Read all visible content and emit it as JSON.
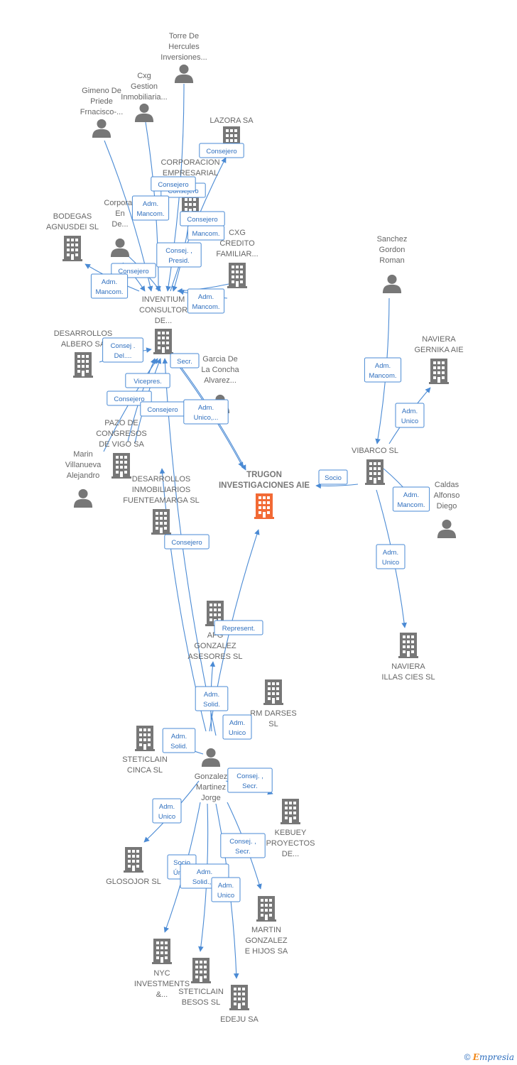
{
  "colors": {
    "edge": "#4a8ad4",
    "node": "#777777",
    "main_node": "#f26a35"
  },
  "nodes": [
    {
      "id": "torre",
      "type": "person",
      "lines": [
        "Torre De",
        "Hercules",
        "Inversiones..."
      ]
    },
    {
      "id": "cxg_gestion",
      "type": "person",
      "lines": [
        "Cxg",
        "Gestion",
        "Inmobiliaria..."
      ]
    },
    {
      "id": "gimeno",
      "type": "person",
      "lines": [
        "Gimeno De",
        "Priede",
        "Frnacisco-..."
      ]
    },
    {
      "id": "lazora",
      "type": "company",
      "lines": [
        "LAZORA SA"
      ]
    },
    {
      "id": "corporacion_emp",
      "type": "company",
      "lines": [
        "CORPORACION",
        "EMPRESARIAL"
      ]
    },
    {
      "id": "corporac_en",
      "type": "person",
      "lines": [
        "Corporac",
        "En",
        "De..."
      ]
    },
    {
      "id": "bodegas",
      "type": "company",
      "lines": [
        "BODEGAS",
        "AGNUSDEI SL"
      ]
    },
    {
      "id": "cxg_credito",
      "type": "company",
      "lines": [
        "CXG",
        "CREDITO",
        "FAMILIAR..."
      ]
    },
    {
      "id": "inventium",
      "type": "company",
      "lines": [
        "INVENTIUM",
        "CONSULTOR",
        "DE..."
      ]
    },
    {
      "id": "desarrollos_albero",
      "type": "company",
      "lines": [
        "DESARROLLOS",
        "ALBERO SA"
      ]
    },
    {
      "id": "garcia",
      "type": "person",
      "lines": [
        "Garcia De",
        "La Concha",
        "Alvarez..."
      ]
    },
    {
      "id": "pazo",
      "type": "company",
      "lines": [
        "PAZO DE",
        "CONGRESOS",
        "DE VIGO SA"
      ]
    },
    {
      "id": "marin",
      "type": "person",
      "lines": [
        "Marin",
        "Villanueva",
        "Alejandro"
      ]
    },
    {
      "id": "desarrollos_fuente",
      "type": "company",
      "lines": [
        "DESARROLLOS",
        "INMOBILIARIOS",
        "FUENTEAMARGA SL"
      ]
    },
    {
      "id": "trugon",
      "type": "main",
      "lines": [
        "TRUGON",
        "INVESTIGACIONES AIE"
      ]
    },
    {
      "id": "sanchez",
      "type": "person",
      "lines": [
        "Sanchez",
        "Gordon",
        "Roman"
      ]
    },
    {
      "id": "naviera_gernika",
      "type": "company",
      "lines": [
        "NAVIERA",
        "GERNIKA AIE"
      ]
    },
    {
      "id": "vibarco",
      "type": "company",
      "lines": [
        "VIBARCO SL"
      ]
    },
    {
      "id": "caldas",
      "type": "person",
      "lines": [
        "Caldas",
        "Alfonso",
        "Diego"
      ]
    },
    {
      "id": "naviera_illas",
      "type": "company",
      "lines": [
        "NAVIERA",
        "ILLAS CIES SL"
      ]
    },
    {
      "id": "afg",
      "type": "company",
      "lines": [
        "AFG",
        "GONZALEZ",
        "ASESORES SL"
      ]
    },
    {
      "id": "rm_darses",
      "type": "company",
      "lines": [
        "RM DARSES",
        "SL"
      ]
    },
    {
      "id": "steticlain_cinca",
      "type": "company",
      "lines": [
        "STETICLAIN",
        "CINCA SL"
      ]
    },
    {
      "id": "gonzalez",
      "type": "person",
      "lines": [
        "Gonzalez",
        "Martinez",
        "Jorge"
      ]
    },
    {
      "id": "kebuey",
      "type": "company",
      "lines": [
        "KEBUEY",
        "PROYECTOS",
        "DE..."
      ]
    },
    {
      "id": "glosojor",
      "type": "company",
      "lines": [
        "GLOSOJOR SL"
      ]
    },
    {
      "id": "martin",
      "type": "company",
      "lines": [
        "MARTIN",
        "GONZALEZ",
        "E HIJOS SA"
      ]
    },
    {
      "id": "nyc",
      "type": "company",
      "lines": [
        "NYC",
        "INVESTMENTS",
        "&..."
      ]
    },
    {
      "id": "steticlain_besos",
      "type": "company",
      "lines": [
        "STETICLAIN",
        "BESOS SL"
      ]
    },
    {
      "id": "edeju",
      "type": "company",
      "lines": [
        "EDEJU SA"
      ]
    }
  ],
  "edge_labels": [
    {
      "id": "e_lazora",
      "lines": [
        "Consejero"
      ]
    },
    {
      "id": "e_corp1",
      "lines": [
        "Consejero"
      ]
    },
    {
      "id": "e_corp2",
      "lines": [
        "Adm.",
        "Mancom."
      ]
    },
    {
      "id": "e_corp3",
      "lines": [
        "Consejero"
      ]
    },
    {
      "id": "e_cxgcred1",
      "lines": [
        "Consejero"
      ]
    },
    {
      "id": "e_cxgcred2",
      "lines": [
        "Mancom."
      ]
    },
    {
      "id": "e_consej_presid",
      "lines": [
        "Consej. ,",
        "Presid."
      ]
    },
    {
      "id": "e_inv_consejero",
      "lines": [
        "Consejero"
      ]
    },
    {
      "id": "e_bodegas",
      "lines": [
        "Adm.",
        "Mancom."
      ]
    },
    {
      "id": "e_inv_admmancom",
      "lines": [
        "Adm.",
        "Mancom."
      ]
    },
    {
      "id": "e_albero",
      "lines": [
        "Consej .",
        "Del...."
      ]
    },
    {
      "id": "e_secr",
      "lines": [
        "Secr."
      ]
    },
    {
      "id": "e_vicepres",
      "lines": [
        "Vicepres."
      ]
    },
    {
      "id": "e_pazo1",
      "lines": [
        "Consejero"
      ]
    },
    {
      "id": "e_pazo2",
      "lines": [
        "Consejero"
      ]
    },
    {
      "id": "e_admunico_trugon",
      "lines": [
        "Adm.",
        "Unico,..."
      ]
    },
    {
      "id": "e_fuente",
      "lines": [
        "Consejero"
      ]
    },
    {
      "id": "e_sanchez",
      "lines": [
        "Adm.",
        "Mancom."
      ]
    },
    {
      "id": "e_gernika",
      "lines": [
        "Adm.",
        "Unico"
      ]
    },
    {
      "id": "e_socio",
      "lines": [
        "Socio"
      ]
    },
    {
      "id": "e_caldas",
      "lines": [
        "Adm.",
        "Mancom."
      ]
    },
    {
      "id": "e_illas",
      "lines": [
        "Adm.",
        "Unico"
      ]
    },
    {
      "id": "e_represent",
      "lines": [
        "Represent."
      ]
    },
    {
      "id": "e_afg_solid",
      "lines": [
        "Adm.",
        "Solid."
      ]
    },
    {
      "id": "e_rm",
      "lines": [
        "Adm.",
        "Unico"
      ]
    },
    {
      "id": "e_cinca",
      "lines": [
        "Adm.",
        "Solid."
      ]
    },
    {
      "id": "e_kebuey",
      "lines": [
        "Consej. ,",
        "Secr."
      ]
    },
    {
      "id": "e_glosojor",
      "lines": [
        "Adm.",
        "Unico"
      ]
    },
    {
      "id": "e_martin",
      "lines": [
        "Consej. ,",
        "Secr."
      ]
    },
    {
      "id": "e_nyc",
      "lines": [
        "Socio",
        "Único"
      ]
    },
    {
      "id": "e_besos",
      "lines": [
        "Adm.",
        "Solid.,..."
      ]
    },
    {
      "id": "e_edeju",
      "lines": [
        "Adm.",
        "Unico"
      ]
    }
  ],
  "footer": {
    "copyright": "©",
    "brand_initial": "E",
    "brand_rest": "mpresia"
  }
}
